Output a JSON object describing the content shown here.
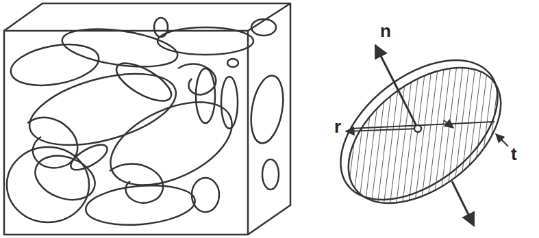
{
  "diagram": {
    "labels": [
      "n",
      "r",
      "t"
    ]
  }
}
